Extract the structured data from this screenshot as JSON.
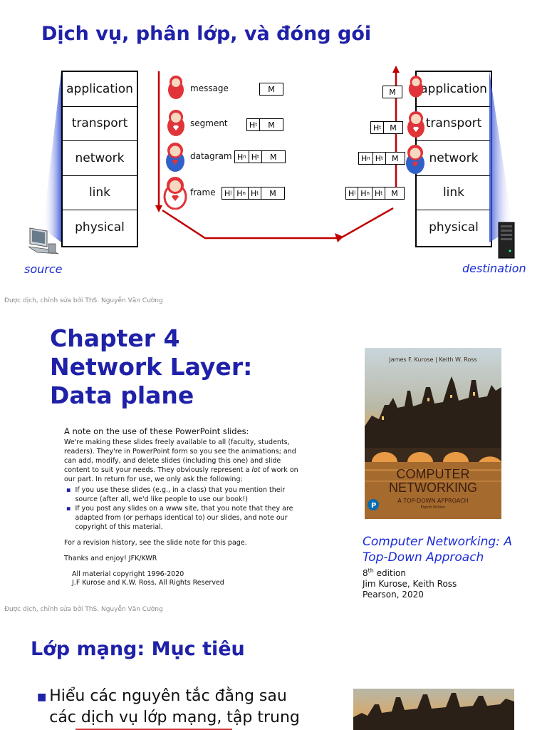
{
  "slide1": {
    "title": "Dịch vụ, phân lớp, và đóng gói",
    "source_layers": [
      "application",
      "transport",
      "network",
      "link",
      "physical"
    ],
    "dest_layers": [
      "application",
      "transport",
      "network",
      "link",
      "physical"
    ],
    "pdus": [
      {
        "label": "message",
        "headers": []
      },
      {
        "label": "segment",
        "headers": [
          "Ht"
        ]
      },
      {
        "label": "datagram",
        "headers": [
          "Hn",
          "Ht"
        ]
      },
      {
        "label": "frame",
        "headers": [
          "Hl",
          "Hn",
          "Ht"
        ]
      }
    ],
    "payload": "M",
    "source_label": "source",
    "destination_label": "destination",
    "footer": "Được dịch, chỉnh sửa bởi ThS. Nguyễn Văn Cường"
  },
  "slide2": {
    "title_line1": "Chapter 4",
    "title_line2": "Network Layer:",
    "title_line3": "Data plane",
    "note_heading": "A note on the use of these PowerPoint slides:",
    "note_para": "We're making these slides freely available to all (faculty, students, readers). They're in PowerPoint form so you see the animations; and can add, modify, and delete slides (including this one) and slide content to suit your needs. They obviously represent a lot of work on our part. In return for use, we only ask the following:",
    "bullet1": "If you use these slides (e.g., in a class) that you mention their source (after all, we'd like people to use our book!)",
    "bullet2": "If you post any slides on a www site, that you note that they are adapted from (or perhaps identical to) our slides, and note our copyright of this material.",
    "revision": "For a revision history, see the slide note for this page.",
    "thanks": "Thanks and enjoy!  JFK/KWR",
    "copyright1": "All material copyright 1996-2020",
    "copyright2": "J.F Kurose and K.W. Ross, All Rights Reserved",
    "book_authors": "James F. Kurose | Keith W. Ross",
    "book_cover_title1": "COMPUTER",
    "book_cover_title2": "NETWORKING",
    "book_cover_subtitle": "A TOP-DOWN APPROACH",
    "book_cover_edition": "Eighth Edition",
    "book_title1": "Computer Networking: A",
    "book_title2": "Top-Down Approach",
    "edition_num": "8",
    "edition_sup": "th",
    "edition_word": " edition",
    "authors": "Jim Kurose, Keith Ross",
    "publisher": "Pearson, 2020",
    "footer": "Được dịch, chỉnh sửa bởi ThS. Nguyễn Văn Cường"
  },
  "slide3": {
    "title": "Lớp mạng: Mục tiêu",
    "bullet_line1": "Hiểu các nguyên tắc đằng sau",
    "bullet_line2": "các dịch vụ lớp mạng, tập trung"
  },
  "colors": {
    "title_blue": "#1f21a8",
    "arrow_red": "#c00000",
    "italic_blue": "#1a2bd6"
  }
}
